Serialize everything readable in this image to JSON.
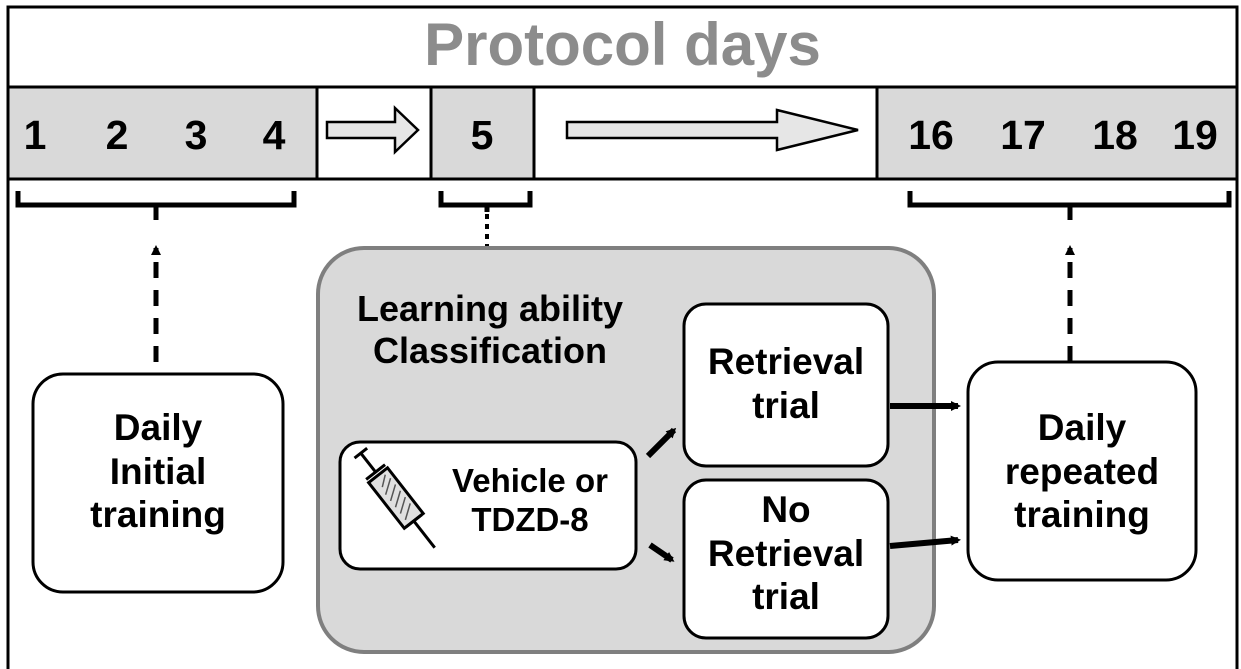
{
  "header": {
    "title": "Protocol days"
  },
  "days": {
    "initial": [
      "1",
      "2",
      "3",
      "4"
    ],
    "classification_day": "5",
    "repeated": [
      "16",
      "17",
      "18",
      "19"
    ]
  },
  "boxes": {
    "initial_training": "Daily\nInitial\ntraining",
    "learning_classification": "Learning ability\nClassification",
    "treatment": "Vehicle or\nTDZD-8",
    "retrieval": "Retrieval\ntrial",
    "no_retrieval": "No\nRetrieval\ntrial",
    "repeated_training": "Daily\nrepeated\ntraining"
  },
  "icons": {
    "treatment_icon": "syringe-icon"
  },
  "colors": {
    "title_gray": "#8c8c8c",
    "day_cell_fill": "#d9d9d9",
    "panel_fill": "#d9d9d9",
    "panel_border": "#7f7f7f"
  }
}
